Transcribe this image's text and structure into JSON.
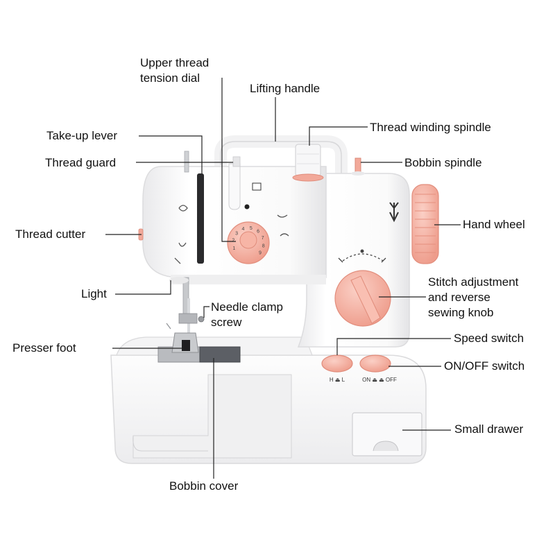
{
  "labels": {
    "upper_thread_tension_dial_1": "Upper thread",
    "upper_thread_tension_dial_2": "tension dial",
    "lifting_handle": "Lifting handle",
    "thread_winding_spindle": "Thread winding spindle",
    "take_up_lever": "Take-up lever",
    "thread_guard": "Thread guard",
    "bobbin_spindle": "Bobbin spindle",
    "thread_cutter": "Thread cutter",
    "hand_wheel": "Hand wheel",
    "light": "Light",
    "stitch_knob_1": "Stitch adjustment",
    "stitch_knob_2": "and reverse",
    "stitch_knob_3": "sewing knob",
    "needle_clamp_1": "Needle clamp",
    "needle_clamp_2": "screw",
    "speed_switch": "Speed switch",
    "presser_foot": "Presser foot",
    "on_off_switch": "ON/OFF switch",
    "small_drawer": "Small drawer",
    "bobbin_cover": "Bobbin cover"
  },
  "machine_markings": {
    "speed_marks": "H ⏏ L",
    "power_marks": "ON ⏏  ⏏ OFF",
    "tension_numbers": [
      "1",
      "2",
      "3",
      "4",
      "5",
      "6",
      "7",
      "8",
      "9"
    ]
  },
  "colors": {
    "accent_pink": "#f2a99a",
    "body_white": "#fbfbfb",
    "shadow_grey": "#e4e4e6",
    "leader_line": "#222222"
  }
}
